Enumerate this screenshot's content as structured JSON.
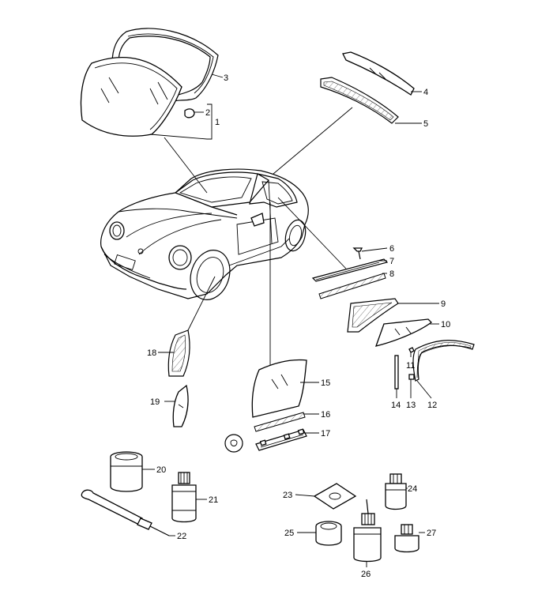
{
  "labels": {
    "p1": "1",
    "p2": "2",
    "p3": "3",
    "p4": "4",
    "p5": "5",
    "p6": "6",
    "p7": "7",
    "p8": "8",
    "p9": "9",
    "p10": "10",
    "p11": "11",
    "p12": "12",
    "p13": "13",
    "p14": "14",
    "p15": "15",
    "p16": "16",
    "p17": "17",
    "p18": "18",
    "p19": "19",
    "p20": "20",
    "p21": "21",
    "p22": "22",
    "p23": "23",
    "p24": "24",
    "p25": "25",
    "p26": "26",
    "p27": "27"
  },
  "colors": {
    "line": "#000000",
    "background": "#ffffff"
  }
}
